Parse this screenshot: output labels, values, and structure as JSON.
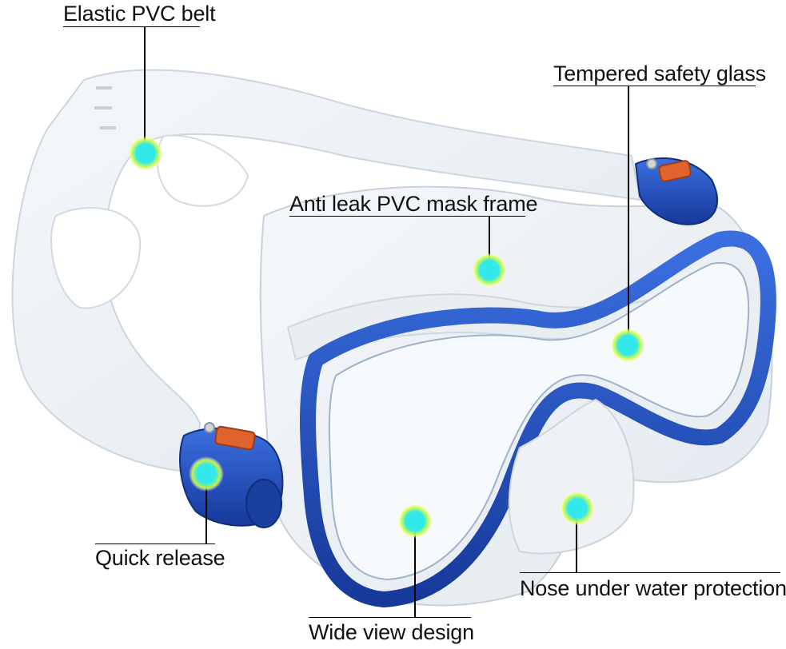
{
  "callouts": {
    "elastic_belt": "Elastic PVC belt",
    "tempered_glass": "Tempered safety glass",
    "mask_frame": "Anti leak PVC mask frame",
    "quick_release": "Quick release",
    "nose_protection": "Nose under water protection",
    "wide_view": "Wide view design"
  },
  "colors": {
    "frame_blue": "#1f4fbf",
    "frame_blue_dark": "#143a8f",
    "buckle_orange": "#e0632e",
    "marker_cyan": "#2fe6ee",
    "marker_glow": "#d9ff3a"
  }
}
